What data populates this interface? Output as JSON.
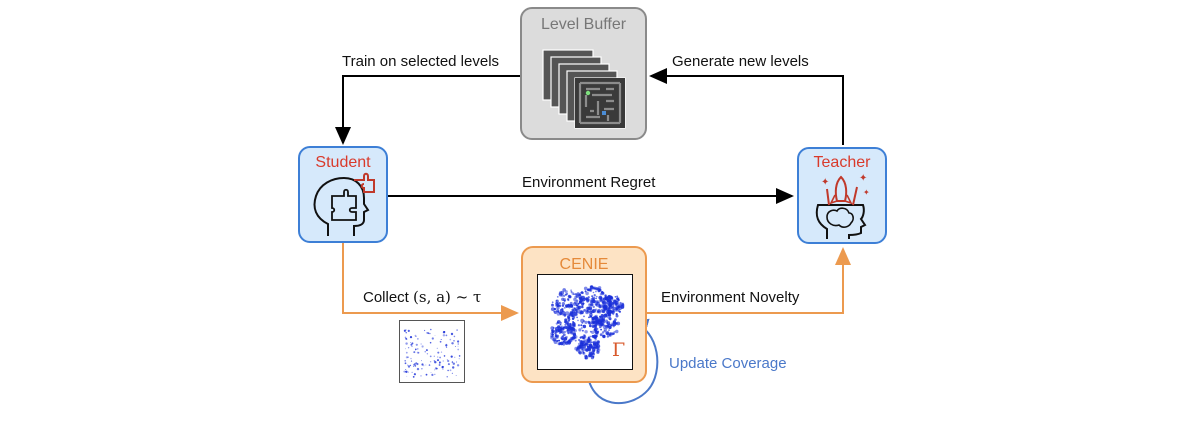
{
  "nodes": {
    "level_buffer": {
      "title": "Level Buffer"
    },
    "student": {
      "title": "Student"
    },
    "teacher": {
      "title": "Teacher"
    },
    "cenie": {
      "title": "CENIE",
      "coverage_symbol": "Γ"
    }
  },
  "edges": {
    "train": "Train on selected levels",
    "generate": "Generate new levels",
    "regret": "Environment Regret",
    "collect_prefix": "Collect ",
    "collect_math": "(s, a) ~ τ",
    "novelty": "Environment Novelty",
    "update": "Update Coverage"
  },
  "colors": {
    "student_fill": "#d6e9fb",
    "student_border": "#3d7fd6",
    "red_text": "#d93a2b",
    "buffer_fill": "#dcdcdc",
    "buffer_border": "#8a8a8a",
    "buffer_text": "#777777",
    "cenie_fill": "#fde3c4",
    "cenie_border": "#ec9a4f",
    "cenie_text": "#e58a3a",
    "arrow_black": "#000000",
    "arrow_orange": "#ec9a4f",
    "update_blue": "#4a78c9",
    "dots": "#1a2fd9"
  },
  "icons": {
    "student": "head-puzzle-icon",
    "teacher": "head-rocket-icon",
    "levels": "maze-levels-icon",
    "coverage": "scatter-coverage-icon",
    "samples": "scatter-samples-icon"
  }
}
